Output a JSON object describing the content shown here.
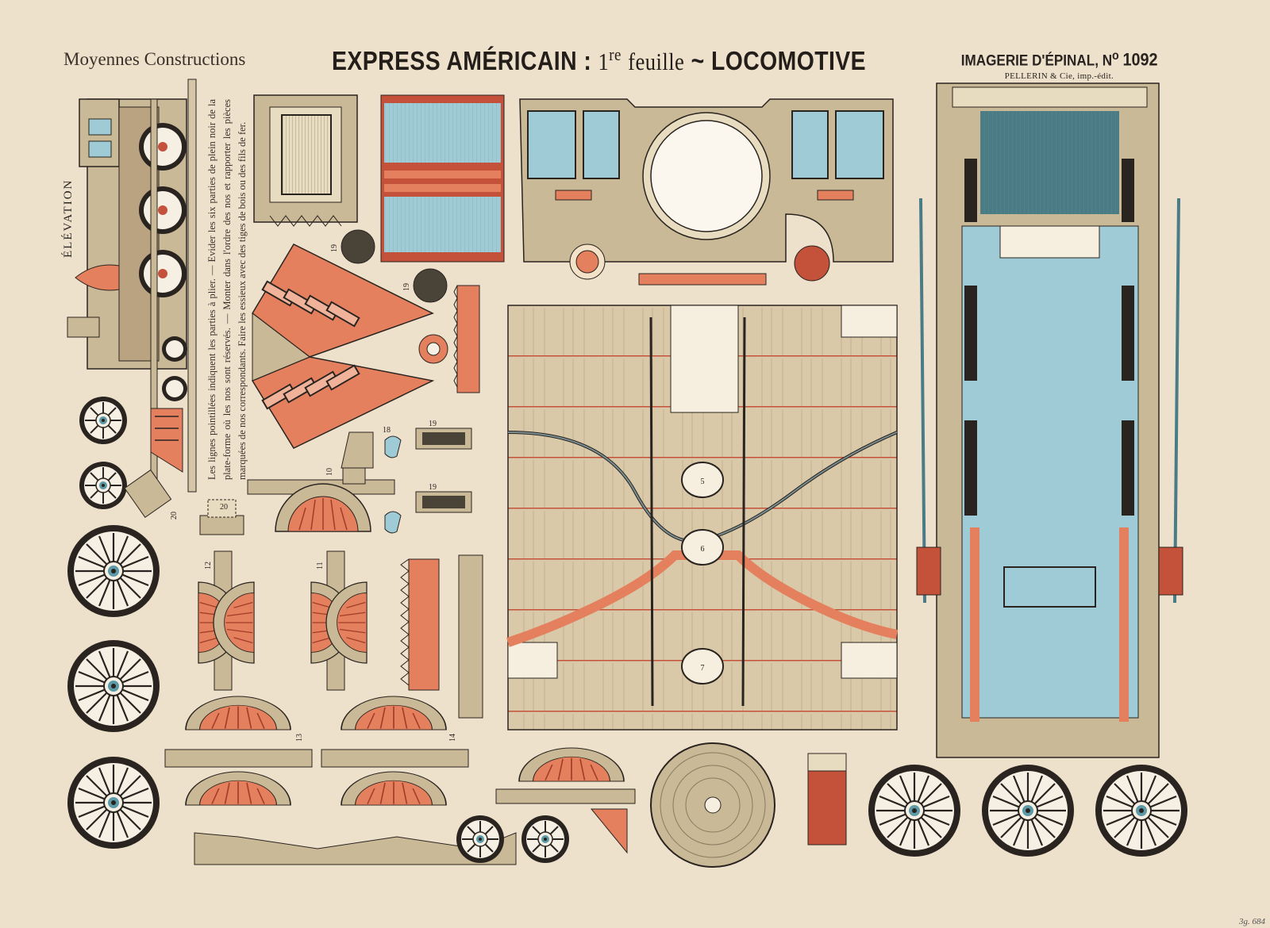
{
  "header": {
    "series": "Moyennes Constructions",
    "title_main": "EXPRESS AMÉRICAIN :",
    "title_sup": "re",
    "title_sheet_num": "1",
    "title_sheet_word": "feuille",
    "title_dash": "~",
    "title_subject": "LOCOMOTIVE",
    "publisher_line": "IMAGERIE D'ÉPINAL, N",
    "publisher_sup": "o",
    "publisher_number": "1092",
    "printer_line": "PELLERIN & Cie, imp.-édit."
  },
  "elevation_label": "ÉLÉVATION",
  "instructions": "Les lignes pointillées indiquent les parties à plier. — Evider les six parties de plein noir de la plate-forme où les nos sont réservés. — Monter dans l'ordre des nos et rapporter les pièces marquées de nos correspondants. Faire les essieux avec des tiges de bois ou des fils de fer.",
  "archive_stamp": "3g. 684",
  "colors": {
    "paper": "#eee1cc",
    "ink": "#2a2420",
    "salmon": "#e4805e",
    "red": "#c4513a",
    "blue": "#9ecbd6",
    "teal": "#4a7c86",
    "khaki": "#c9b996",
    "tan": "#b9a381"
  }
}
